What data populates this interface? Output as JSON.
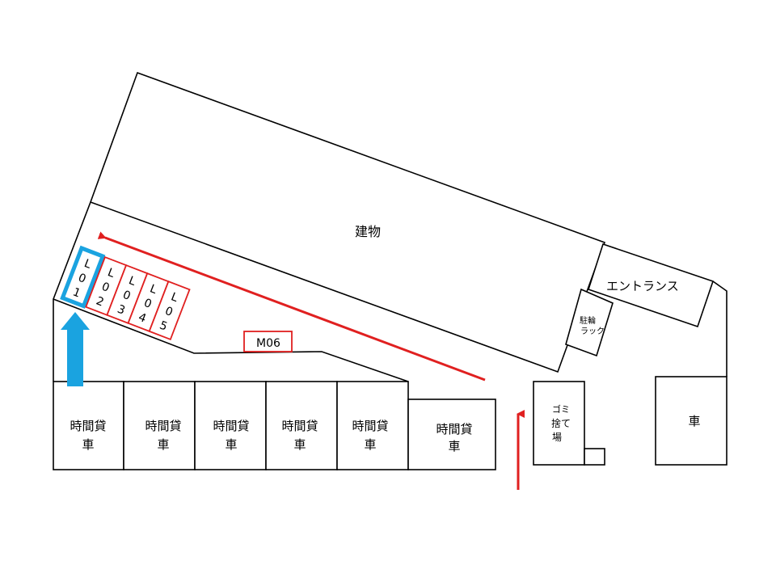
{
  "building_label": "建物",
  "entrance_label": "エントランス",
  "bike_rack": {
    "line1": "駐輪",
    "line2": "ラック"
  },
  "garbage": {
    "line1": "ゴミ",
    "line2": "捨て",
    "line3": "場"
  },
  "car_label": "車",
  "space_m06": "M06",
  "hourly_rental": {
    "line1": "時間貸",
    "line2": "車"
  },
  "l_spaces": [
    {
      "code": "L01",
      "chars": [
        "L",
        "0",
        "1"
      ],
      "highlighted": true
    },
    {
      "code": "L02",
      "chars": [
        "L",
        "0",
        "2"
      ],
      "highlighted": false
    },
    {
      "code": "L03",
      "chars": [
        "L",
        "0",
        "3"
      ],
      "highlighted": false
    },
    {
      "code": "L04",
      "chars": [
        "L",
        "0",
        "4"
      ],
      "highlighted": false
    },
    {
      "code": "L05",
      "chars": [
        "L",
        "0",
        "5"
      ],
      "highlighted": false
    }
  ],
  "colors": {
    "space_outline": "#e02020",
    "highlight": "#1aa3e0",
    "route_arrow": "#e02020",
    "entry_arrow": "#1aa3e0"
  }
}
